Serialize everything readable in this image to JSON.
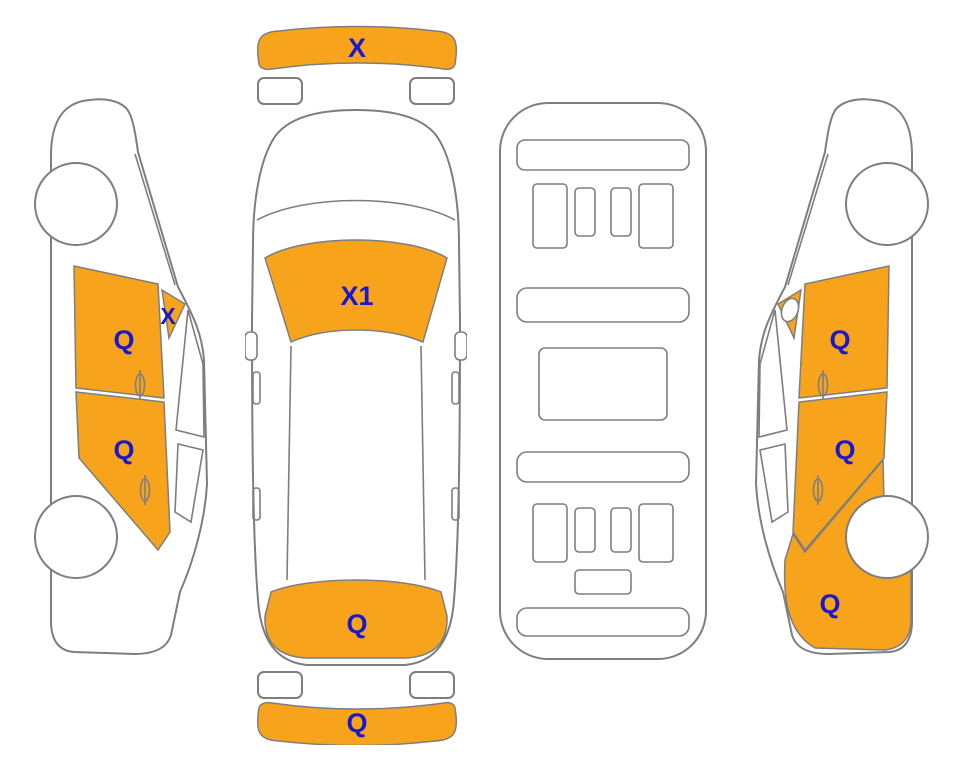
{
  "colors": {
    "highlight": "#F7A41C",
    "label": "#1A19C9",
    "outline": "#7E7E7E",
    "background": "#FFFFFF"
  },
  "views": {
    "left_side": {
      "labels": [
        "X",
        "Q",
        "Q"
      ]
    },
    "top": {
      "labels": [
        "X",
        "X1",
        "Q",
        "Q"
      ]
    },
    "underside": {
      "labels": []
    },
    "right_side": {
      "labels": [
        "Q",
        "Q",
        "Q"
      ]
    }
  }
}
